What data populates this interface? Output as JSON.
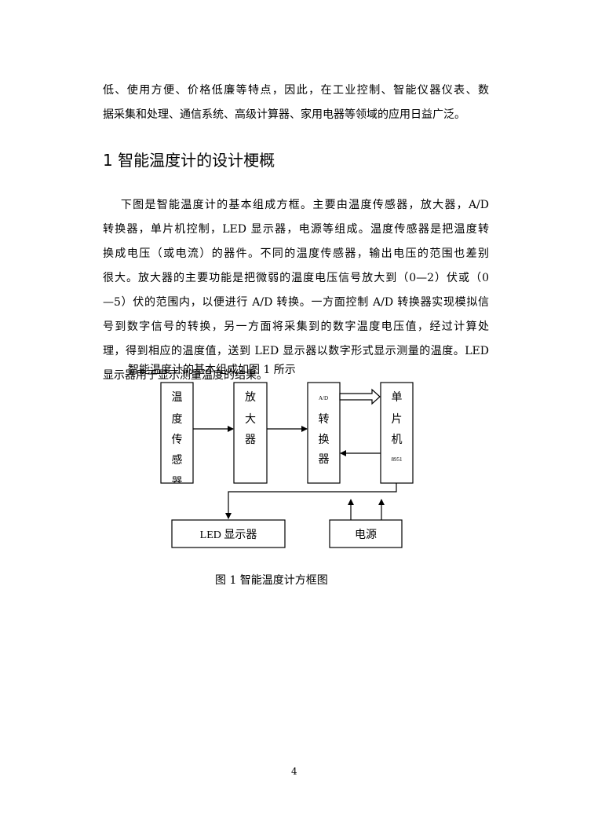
{
  "paragraph1": {
    "lines": [
      "低、使用方便、价格低廉等特点，因此，在工业控制、智能仪器仪表、数",
      "据采集和处理、通信系统、高级计算器、家用电器等领域的应用日益广泛。"
    ]
  },
  "heading": "1  智能温度计的设计梗概",
  "paragraph2": {
    "lines": [
      "    下图是智能温度计的基本组成方框。主要由温度传感器，放大器，A/D",
      "转换器，单片机控制，LED 显示器，电源等组成。温度传感器是把温度转",
      "换成电压（或电流）的器件。不同的温度传感器，输出电压的范围也差别",
      "很大。放大器的主要功能是把微弱的温度电压信号放大到（0—2）伏或（0",
      "—5）伏的范围内，以便进行 A/D 转换。一方面控制 A/D 转换器实现模拟信",
      "号到数字信号的转换，另一方面将采集到的数字温度电压值，经过计算处",
      "理，得到相应的温度值，送到 LED 显示器以数字形式显示测量的温度。LED",
      "显示器用于显示测量温度的结果。"
    ]
  },
  "diagram_intro": "智能温度计的基本组成如图 1 所示",
  "diagram": {
    "sensor": {
      "chars": [
        "温",
        "度",
        "传",
        "感",
        "器"
      ]
    },
    "amplifier": {
      "chars": [
        "放",
        "大",
        "器"
      ]
    },
    "adc": {
      "tag": "A/D",
      "chars": [
        "转",
        "换",
        "器"
      ]
    },
    "mcu": {
      "chars": [
        "单",
        "片",
        "机"
      ],
      "tag": "8951"
    },
    "display": {
      "label": "LED 显示器"
    },
    "power": {
      "label": "电源"
    }
  },
  "caption": "图 1  智能温度计方框图",
  "page_number": "4"
}
